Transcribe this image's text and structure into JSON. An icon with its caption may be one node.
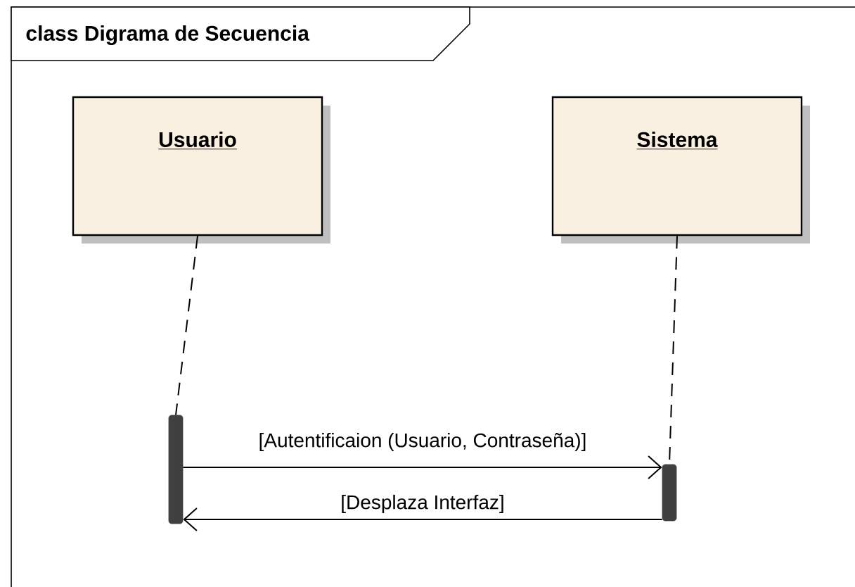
{
  "diagram": {
    "title": "class Digrama de Secuencia",
    "nodes": [
      {
        "text": [
          "Usuario"
        ]
      },
      {
        "text": [
          "Sistema"
        ]
      },
      {
        "text": [],
        "shape": "bar"
      },
      {
        "text": [],
        "shape": "bar"
      }
    ],
    "edges": [
      {
        "from": 0,
        "to": 2,
        "arrow": "none",
        "style": "dashed"
      },
      {
        "from": 1,
        "to": 3,
        "arrow": "none",
        "style": "dashed"
      },
      {
        "from": 2,
        "to": 3,
        "arrow": "to",
        "label": "[Autentificaion (Usuario, Contraseña)]"
      },
      {
        "from": 3,
        "to": 2,
        "arrow": "to",
        "label": "[Desplaza Interfaz]"
      }
    ]
  }
}
